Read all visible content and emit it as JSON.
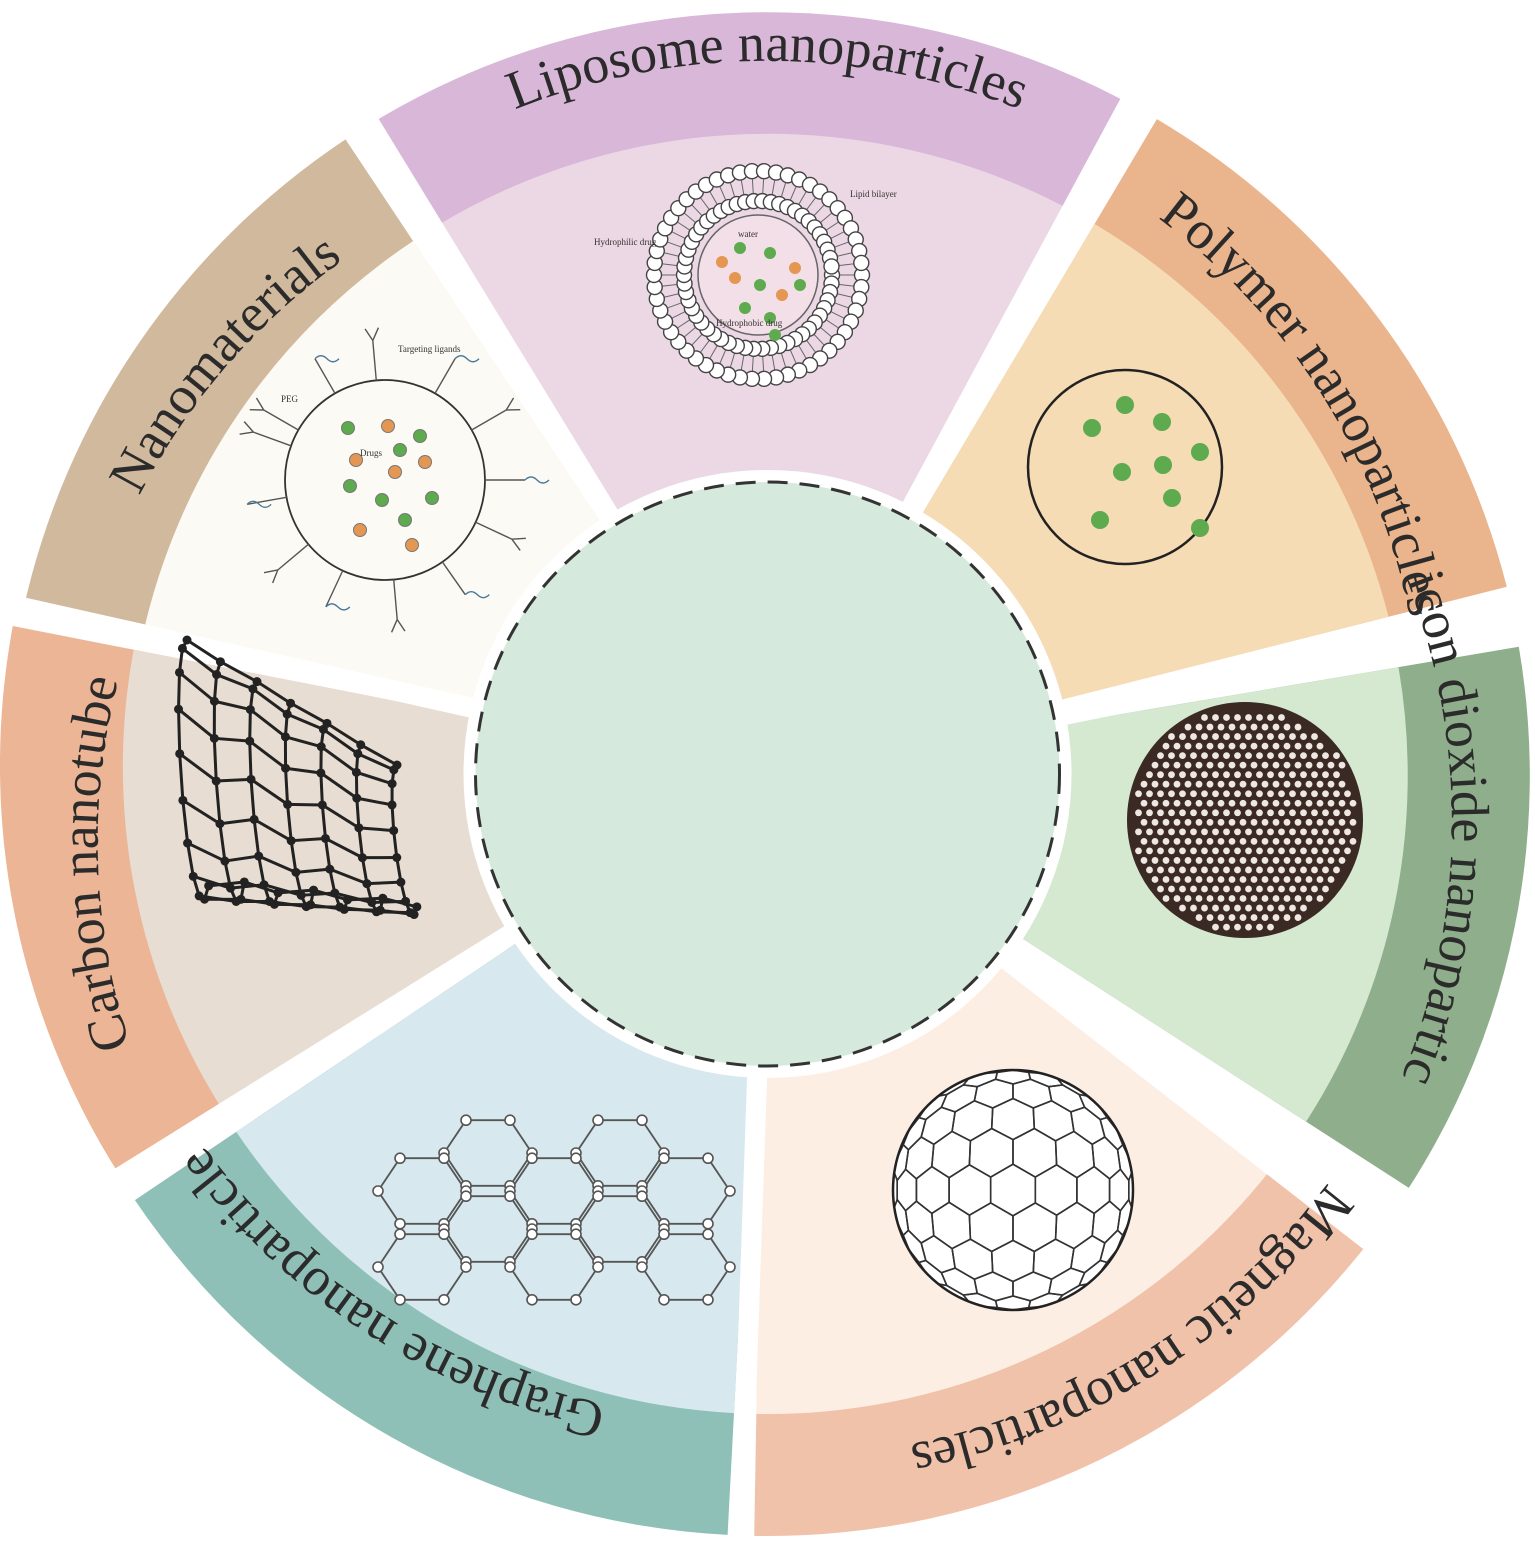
{
  "colors": {
    "liposome_band": "#d8b7d9",
    "liposome_inner": "#ecd8e4",
    "polymer_band": "#eab48c",
    "polymer_inner": "#f6dcb4",
    "silicon_band": "#8fae8c",
    "silicon_inner": "#d4e9d0",
    "magnetic_band": "#f0c2aa",
    "magnetic_inner": "#fdeee3",
    "graphene_band": "#8ec0b7",
    "graphene_inner": "#d7e8ee",
    "carbon_band": "#ecb596",
    "carbon_inner": "#e7ddd2",
    "nano_band": "#d1b99e",
    "nano_inner": "#fcfaf4",
    "center": "#d6e9dd",
    "drug_green": "#5daa4f",
    "drug_orange": "#e39753"
  },
  "segments": [
    {
      "id": "liposome",
      "label": "Liposome nanoparticles",
      "icon": "liposome-icon"
    },
    {
      "id": "polymer",
      "label": "Polymer nanoparticles",
      "icon": "polymer-nanoparticle-icon"
    },
    {
      "id": "silicon",
      "label": "Silicon dioxide nanoparticles",
      "icon": "silica-sphere-icon"
    },
    {
      "id": "magnetic",
      "label": "Magnetic nanoparticles",
      "icon": "geodesic-sphere-icon"
    },
    {
      "id": "graphene",
      "label": "Graphene nanoparticles",
      "icon": "graphene-lattice-icon"
    },
    {
      "id": "carbon",
      "label": "Carbon nanotube",
      "icon": "carbon-nanotube-icon"
    },
    {
      "id": "nano",
      "label": "Nanomaterials",
      "icon": "functionalized-nanoparticle-icon"
    }
  ],
  "liposome_labels": {
    "bilayer": "Lipid bilayer",
    "hydrophilic": "Hydrophilic drug",
    "core": "water",
    "hydrophobic": "Hydrophobic drug"
  },
  "nano_labels": {
    "targeting": "Targeting ligands",
    "peg": "PEG",
    "drugs": "Drugs"
  }
}
